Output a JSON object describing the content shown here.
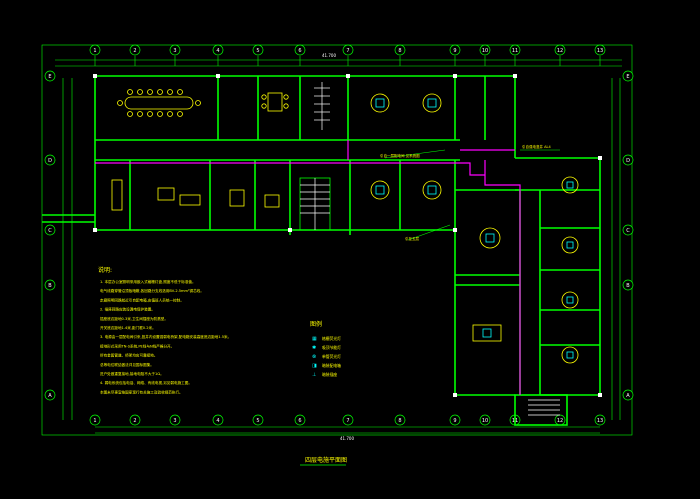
{
  "drawing_title": "四层电施平面图",
  "grid_top": [
    "1",
    "2",
    "3",
    "4",
    "5",
    "6",
    "7",
    "8",
    "9",
    "10",
    "11",
    "12",
    "13"
  ],
  "grid_left": [
    "E",
    "D",
    "C",
    "B",
    "A"
  ],
  "total_dimension": "41.700",
  "notes_heading": "说明:",
  "notes": [
    "1. 本层办公室照明采用嵌入式格栅灯盘,照度不低于标准值。",
    "   电气线路穿管沿顶板暗敷,各回路分支线选用BV-2.5mm²铜芯线。",
    "   走廊照明回路就近引自配电箱,由值班人员统一控制。",
    "2. 插座回路应装设漏电保护装置。",
    "   插座底边距地0.3米,卫生间插座为防溅型。",
    "   开关底边距地1.4米,距门框0.2米。",
    "3. 电源由一层配电间引来,竖井内设置强弱电桥架,配电箱安装高度底边距地1.5米。",
    "   接地形式采用TN-S系统,PE线与N线严格分开。",
    "   所有金属管道、桥架均应可靠接地。",
    "   总等电位联结做法详见国标图集。",
    "   进户处做重复接地,接地电阻不大于1Ω。",
    "4. 弱电系统包括电话、网络、有线电视,另见弱电施工图。",
    "   本图未尽事宜按国家现行有关施工及验收规范执行。"
  ],
  "legend_heading": "图例",
  "legend": [
    {
      "symbol": "▦",
      "label": "格栅荧光灯"
    },
    {
      "symbol": "✱",
      "label": "吸顶节能灯"
    },
    {
      "symbol": "⊗",
      "label": "单管荧光灯"
    },
    {
      "symbol": "◨",
      "label": "暗装配电箱"
    },
    {
      "symbol": "⊥",
      "label": "暗装插座"
    }
  ],
  "callouts": [
    "引自一层配电间 见系统图",
    "引至五层",
    "引自强电竖井 AL4"
  ],
  "colors": {
    "background": "#000000",
    "walls": "#00ff00",
    "text": "#ffff00",
    "furniture": "#ffff00",
    "wiring": "#ff00ff",
    "grid_text": "#ffffff",
    "fixtures": "#00ffff"
  }
}
